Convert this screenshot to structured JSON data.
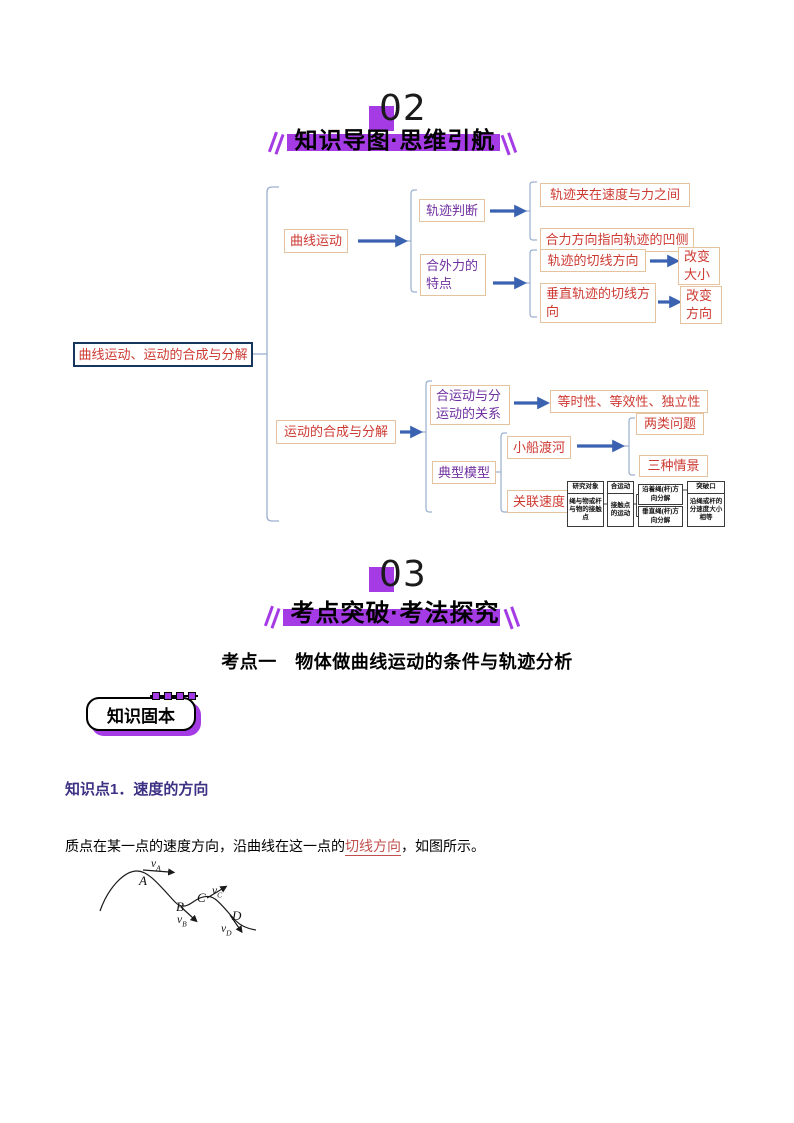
{
  "header02": {
    "number": "02",
    "title": "知识导图·思维引航"
  },
  "header03": {
    "number": "03",
    "title": "考点突破·考法探究"
  },
  "kaodian_title": "考点一　物体做曲线运动的条件与轨迹分析",
  "badge": {
    "label": "知识固本"
  },
  "knowledge_point": {
    "title": "知识点1．速度的方向",
    "para_before": "质点在某一点的速度方向，沿曲线在这一点的",
    "para_highlight": "切线方向",
    "para_after": "，如图所示。"
  },
  "mindmap": {
    "root": "曲线运动、运动的合成与分解",
    "curve_motion": "曲线运动",
    "trajectory_judge": "轨迹判断",
    "traj_between": "轨迹夹在速度与力之间",
    "force_concave": "合力方向指向轨迹的凹侧",
    "net_force_feature": "合外力的特点",
    "tangent_dir": "轨迹的切线方向",
    "change_magnitude": "改变大小",
    "perpendicular_tangent": "垂直轨迹的切线方向",
    "change_direction": "改变方向",
    "motion_composition": "运动的合成与分解",
    "relation": "合运动与分运动的关系",
    "three_properties": "等时性、等效性、独立性",
    "typical_models": "典型模型",
    "boat_crossing": "小船渡河",
    "two_problems": "两类问题",
    "three_scenarios": "三种情景",
    "related_velocity": "关联速度",
    "table": {
      "c1_header": "研究对象",
      "c1_body": "绳与物或杆与物的接触点",
      "c2_header": "合运动",
      "c2_body": "接触点的运动",
      "c3_top": "沿着绳(杆)方向分解",
      "c3_bottom": "垂直绳(杆)方向分解",
      "c4_header": "突破口",
      "c4_body": "沿绳或杆的分速度大小相等"
    }
  },
  "figure": {
    "pA": "A",
    "pB": "B",
    "pC": "C",
    "pD": "D",
    "v": "v",
    "subA": "A",
    "subB": "B",
    "subC": "C",
    "subD": "D"
  },
  "colors": {
    "accent_purple": "#A43BE4",
    "node_border_tan": "#E5C39E",
    "node_text_red": "#CD3A32",
    "node_text_purple": "#7030A0",
    "root_border_navy": "#17365D",
    "bracket_blue": "#9AAFD0",
    "arrow_blue": "#3A62B0",
    "highlight_red": "#C0504D"
  }
}
